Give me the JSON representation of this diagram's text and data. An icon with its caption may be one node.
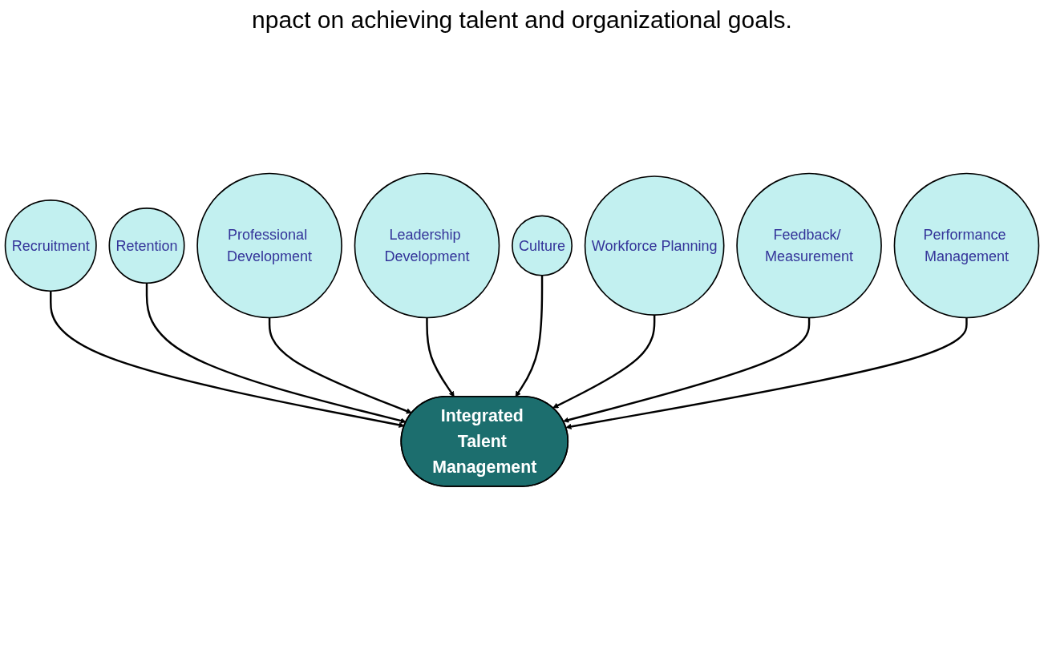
{
  "diagram": {
    "nodes": [
      {
        "text": [
          "Integrated Talent Management"
        ]
      },
      {
        "text": [
          "Recruitment"
        ]
      },
      {
        "text": [
          "Retention"
        ]
      },
      {
        "text": [
          "Professional Development"
        ]
      },
      {
        "text": [
          "Leadership Development"
        ]
      },
      {
        "text": [
          "Culture"
        ]
      },
      {
        "text": [
          "Workforce Planning"
        ]
      },
      {
        "text": [
          "Feedback/ Measurement"
        ]
      },
      {
        "text": [
          "Performance Management"
        ]
      }
    ],
    "edges": [
      {
        "from": 1,
        "to": 0,
        "arrow": "to"
      },
      {
        "from": 2,
        "to": 0,
        "arrow": "to"
      },
      {
        "from": 3,
        "to": 0,
        "arrow": "to"
      },
      {
        "from": 4,
        "to": 0,
        "arrow": "to"
      },
      {
        "from": 5,
        "to": 0,
        "arrow": "to"
      },
      {
        "from": 6,
        "to": 0,
        "arrow": "to"
      },
      {
        "from": 7,
        "to": 0,
        "arrow": "to"
      },
      {
        "from": 8,
        "to": 0,
        "arrow": "to"
      }
    ],
    "labels": [
      "npact on achieving talent and organizational goals."
    ]
  }
}
